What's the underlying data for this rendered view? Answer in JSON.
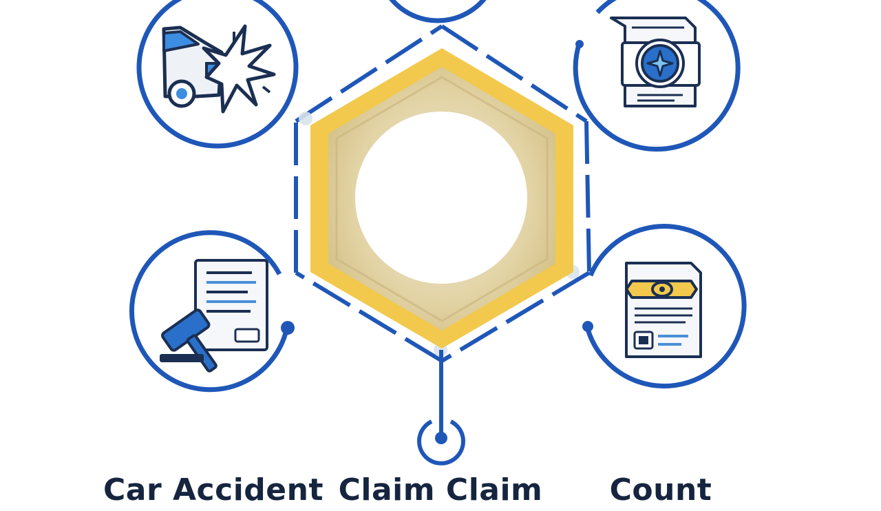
{
  "diagram": {
    "captions": [
      "Car Accident",
      "Claim Claim",
      "Count"
    ],
    "nodes": [
      {
        "icon": "car-crash-icon"
      },
      {
        "icon": "insurance-document-icon"
      },
      {
        "icon": "legal-document-gavel-icon"
      },
      {
        "icon": "policy-document-icon"
      },
      {
        "icon": "circle-icon"
      }
    ],
    "center": {
      "icon": "hexagon-icon"
    },
    "colors": {
      "ring": "#1f57b8",
      "accent_blue": "#4a8fd6",
      "dark_navy": "#15294d",
      "gold": "#f2c94c",
      "gold_inner": "#e6d8ad",
      "text": "#16253f"
    }
  }
}
